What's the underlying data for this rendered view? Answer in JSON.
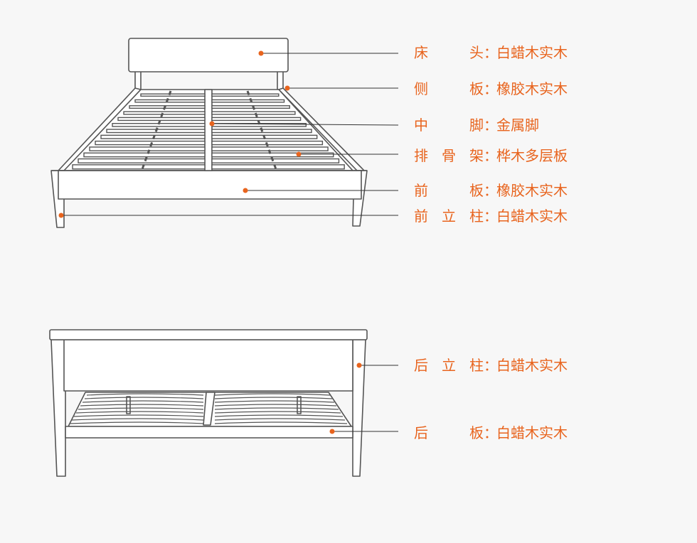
{
  "accent_color": "#e8641e",
  "line_color": "#555555",
  "front_view": {
    "callouts": [
      {
        "part_chars": [
          "床",
          "头"
        ],
        "colon": "：",
        "material": "白蜡木实木"
      },
      {
        "part_chars": [
          "侧",
          "板"
        ],
        "colon": "：",
        "material": "橡胶木实木"
      },
      {
        "part_chars": [
          "中",
          "脚"
        ],
        "colon": "：",
        "material": "金属脚"
      },
      {
        "part_chars": [
          "排",
          "骨",
          "架"
        ],
        "colon": "：",
        "material": "桦木多层板"
      },
      {
        "part_chars": [
          "前",
          "板"
        ],
        "colon": "：",
        "material": "橡胶木实木"
      },
      {
        "part_chars": [
          "前",
          "立",
          "柱"
        ],
        "colon": "：",
        "material": "白蜡木实木"
      }
    ]
  },
  "rear_view": {
    "callouts": [
      {
        "part_chars": [
          "后",
          "立",
          "柱"
        ],
        "colon": "：",
        "material": "白蜡木实木"
      },
      {
        "part_chars": [
          "后",
          "板"
        ],
        "colon": "：",
        "material": "白蜡木实木"
      }
    ]
  }
}
